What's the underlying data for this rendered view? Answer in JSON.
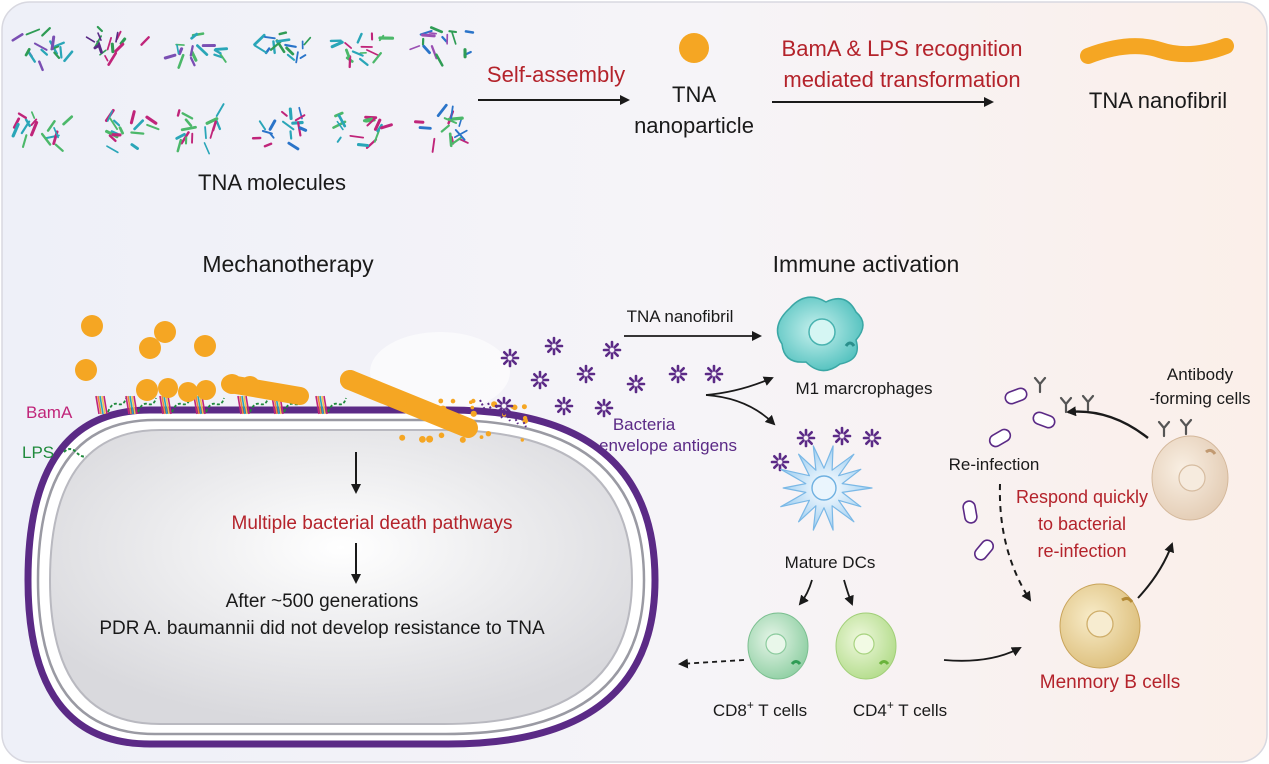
{
  "colors": {
    "red": "#b4232b",
    "purple": "#5b2a86",
    "green": "#1f8a3c",
    "magenta": "#c0257a",
    "orange": "#f5a623",
    "dark": "#1a1a1a"
  },
  "top": {
    "molecules_label": "TNA molecules",
    "self_assembly": "Self-assembly",
    "nanoparticle_line1": "TNA",
    "nanoparticle_line2": "nanoparticle",
    "recognition_line1": "BamA & LPS recognition",
    "recognition_line2": "mediated transformation",
    "nanofibril": "TNA nanofibril"
  },
  "mechanotherapy": {
    "heading": "Mechanotherapy",
    "bama": "BamA",
    "lps": "LPS",
    "death_pathways": "Multiple bacterial death pathways",
    "after_line": "After ~500 generations",
    "resistance_line": "PDR  A. baumannii did not develop resistance to TNA"
  },
  "immune": {
    "heading": "Immune activation",
    "nanofibril": "TNA nanofibril",
    "m1": "M1 marcrophages",
    "antigens_line1": "Bacteria",
    "antigens_line2": "envelope antigens",
    "mature_dcs": "Mature DCs",
    "cd8_prefix": "CD8",
    "cd8_sup": "+",
    "cd8_suffix": " T cells",
    "cd4_prefix": "CD4",
    "cd4_sup": "+",
    "cd4_suffix": " T cells",
    "memory_b": "Menmory B cells",
    "antibody_line1": "Antibody",
    "antibody_line2": "-forming cells",
    "reinfection": "Re-infection",
    "respond_line1": "Respond quickly",
    "respond_line2": "to bacterial",
    "respond_line3": "re-infection"
  }
}
